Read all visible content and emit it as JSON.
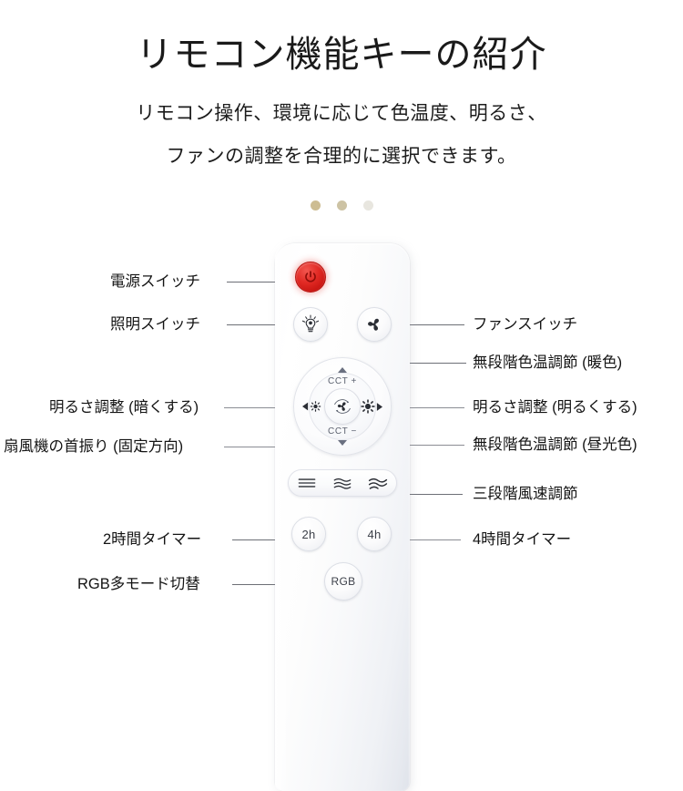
{
  "header": {
    "title": "リモコン機能キーの紹介",
    "subtitle_line1": "リモコン操作、環境に応じて色温度、明るさ、",
    "subtitle_line2": "ファンの調整を合理的に選択できます。",
    "dots": [
      "dot-active",
      "dot-active",
      "dot-inactive"
    ]
  },
  "colors": {
    "background": "#ffffff",
    "title_text": "#1a1a1a",
    "label_text": "#141414",
    "leader_line": "#6d6f76",
    "power_button": "#e22b25",
    "dot_accent": "#cdbd93",
    "dot_muted": "#e8e6df",
    "remote_body": "#fdfdfe",
    "icon_dark": "#2b2e35"
  },
  "remote": {
    "buttons": {
      "power": {
        "icon": "power-icon",
        "label": ""
      },
      "light": {
        "icon": "lightbulb-icon",
        "label": ""
      },
      "fan": {
        "icon": "fan-icon",
        "label": ""
      },
      "dial": {
        "cct_plus": "CCT +",
        "cct_minus": "CCT −",
        "up_arrow": "triangle-up-icon",
        "down_arrow": "triangle-down-icon",
        "dim": "brightness-down-icon",
        "bright": "brightness-up-icon",
        "center": "fan-oscillate-icon"
      },
      "speed": {
        "low": "wind-speed-low-icon",
        "medium": "wind-speed-medium-icon",
        "high": "wind-speed-high-icon"
      },
      "timer_2h": "2h",
      "timer_4h": "4h",
      "rgb": "RGB"
    }
  },
  "callouts": {
    "left": [
      {
        "text": "電源スイッチ",
        "target": "power-button"
      },
      {
        "text": "照明スイッチ",
        "target": "light-button"
      },
      {
        "text": "明るさ調整 (暗くする)",
        "target": "dial-dim"
      },
      {
        "text": "扇風機の首振り (固定方向)",
        "target": "dial-center"
      },
      {
        "text": "2時間タイマー",
        "target": "timer-2h-button"
      },
      {
        "text": "RGB多モード切替",
        "target": "rgb-button"
      }
    ],
    "right": [
      {
        "text": "ファンスイッチ",
        "target": "fan-button"
      },
      {
        "text": "無段階色温調節 (暖色)",
        "target": "cct-plus"
      },
      {
        "text": "明るさ調整 (明るくする)",
        "target": "dial-bright"
      },
      {
        "text": "無段階色温調節 (昼光色)",
        "target": "cct-minus"
      },
      {
        "text": "三段階風速調節",
        "target": "speed-pill"
      },
      {
        "text": "4時間タイマー",
        "target": "timer-4h-button"
      }
    ]
  }
}
